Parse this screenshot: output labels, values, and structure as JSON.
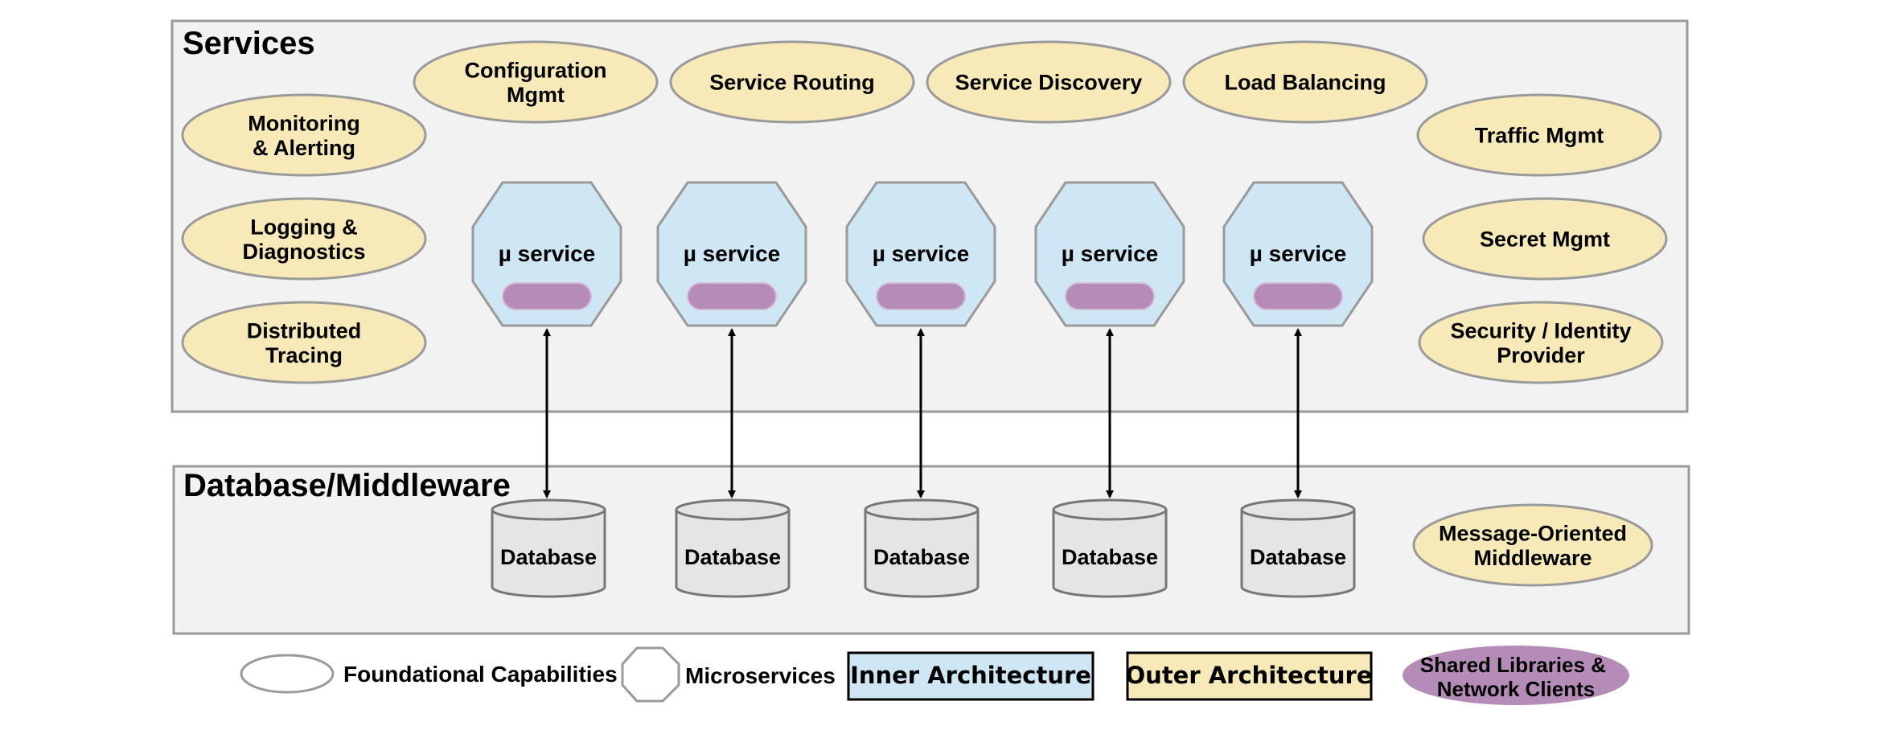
{
  "colors": {
    "outer": "#f8e9b9",
    "inner": "#cfe6f5",
    "shared": "#b48cb7",
    "panel": "#f2f2f2",
    "stroke": "#9a9a9a",
    "database": "#e5e5e5"
  },
  "services": {
    "title": "Services",
    "capabilities": {
      "config": [
        "Configuration",
        "Mgmt"
      ],
      "routing": [
        "Service Routing"
      ],
      "discovery": [
        "Service Discovery"
      ],
      "balancing": [
        "Load Balancing"
      ],
      "monitoring": [
        "Monitoring",
        "& Alerting"
      ],
      "logging": [
        "Logging &",
        "Diagnostics"
      ],
      "tracing": [
        "Distributed",
        "Tracing"
      ],
      "traffic": [
        "Traffic Mgmt"
      ],
      "secret": [
        "Secret Mgmt"
      ],
      "security": [
        "Security / Identity",
        "Provider"
      ]
    },
    "microservices": [
      "µ service",
      "µ service",
      "µ service",
      "µ service",
      "µ service"
    ]
  },
  "database": {
    "title": "Database/Middleware",
    "databases": [
      "Database",
      "Database",
      "Database",
      "Database",
      "Database"
    ],
    "middleware": [
      "Message-Oriented",
      "Middleware"
    ]
  },
  "legend": {
    "foundational": "Foundational Capabilities",
    "microservices": "Microservices",
    "inner": "Inner Architecture",
    "outer": "Outer Architecture",
    "shared": [
      "Shared Libraries &",
      "Network Clients"
    ]
  }
}
